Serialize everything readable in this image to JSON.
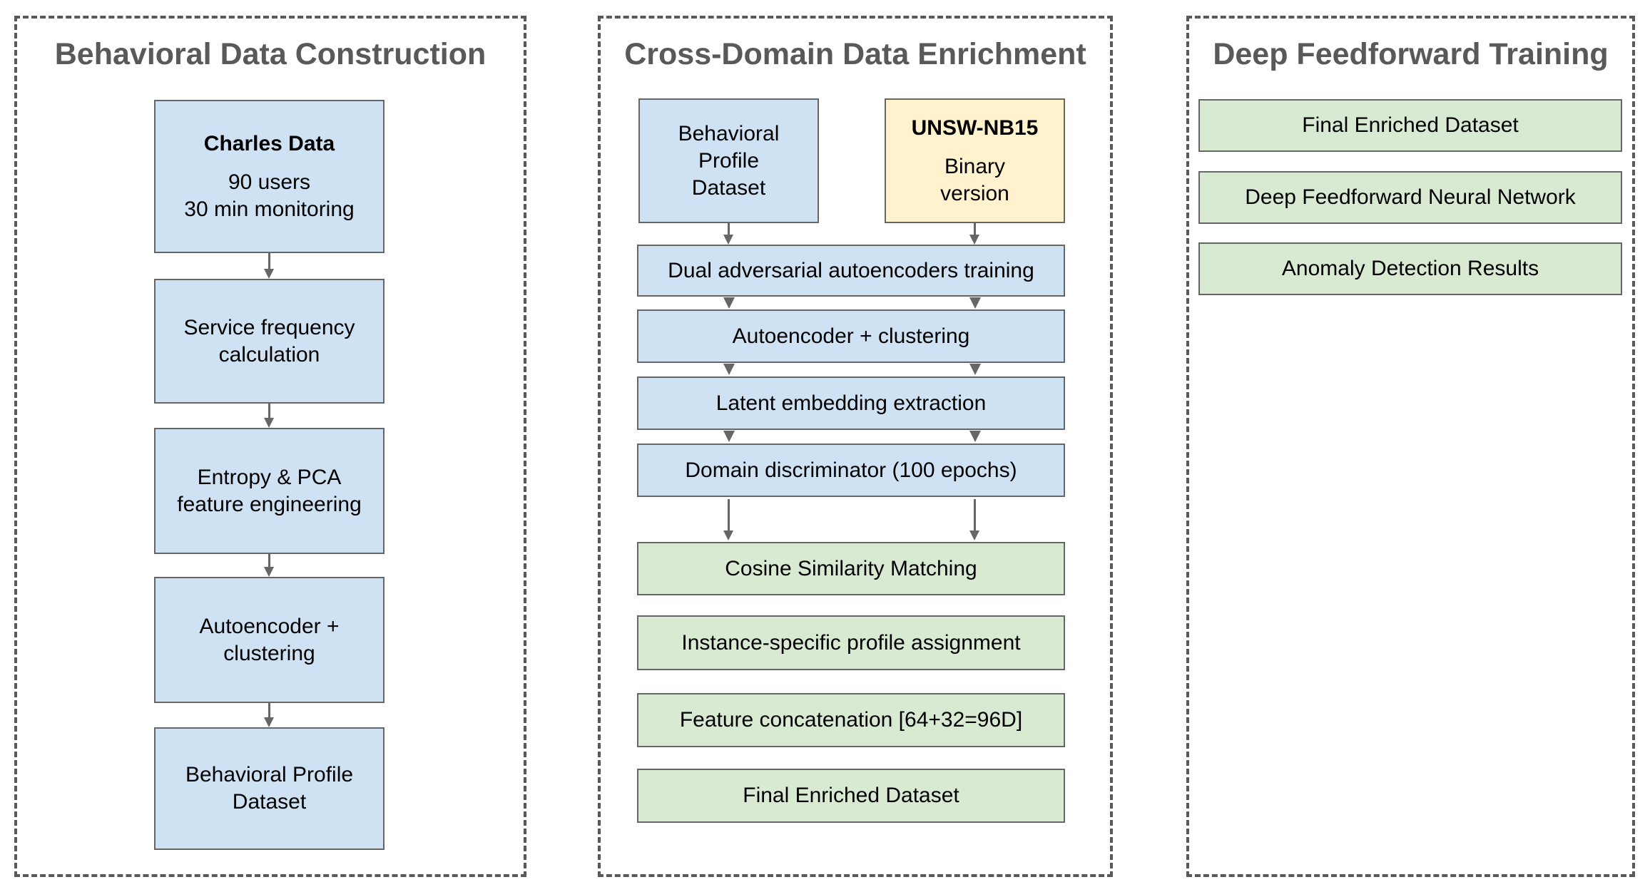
{
  "colors": {
    "blue_box_fill": "#cfe2f3",
    "yellow_box_fill": "#fff2cc",
    "green_box_fill": "#d9ead3",
    "box_border": "#666666",
    "panel_dashed_border": "#595959",
    "panel_title_text": "#595959",
    "box_text": "#000000",
    "arrow": "#666666"
  },
  "panels": [
    {
      "title": "Behavioral Data Construction",
      "boxes": [
        {
          "type": "blue",
          "title": "Charles Data",
          "lines": [
            "90 users",
            "30 min monitoring"
          ]
        },
        {
          "type": "blue",
          "lines": [
            "Service frequency",
            "calculation"
          ]
        },
        {
          "type": "blue",
          "lines": [
            "Entropy & PCA",
            "feature engineering"
          ]
        },
        {
          "type": "blue",
          "lines": [
            "Autoencoder +",
            "clustering"
          ]
        },
        {
          "type": "blue",
          "lines": [
            "Behavioral Profile",
            "Dataset"
          ]
        }
      ]
    },
    {
      "title": "Cross-Domain Data Enrichment",
      "boxes": [
        {
          "type": "blue",
          "lines": [
            "Behavioral",
            "Profile",
            "Dataset"
          ]
        },
        {
          "type": "yellow",
          "title": "UNSW-NB15",
          "lines": [
            "Binary",
            "version"
          ]
        },
        {
          "type": "blue",
          "label": "Dual adversarial autoencoders training"
        },
        {
          "type": "blue",
          "label": "Autoencoder + clustering"
        },
        {
          "type": "blue",
          "label": "Latent embedding extraction"
        },
        {
          "type": "blue",
          "label": "Domain discriminator (100 epochs)"
        },
        {
          "type": "green",
          "label": "Cosine Similarity Matching"
        },
        {
          "type": "green",
          "label": "Instance-specific profile assignment"
        },
        {
          "type": "green",
          "label": "Feature concatenation [64+32=96D]"
        },
        {
          "type": "green",
          "label": "Final Enriched Dataset"
        }
      ]
    },
    {
      "title": "Deep Feedforward Training",
      "boxes": [
        {
          "type": "green",
          "label": "Final Enriched Dataset"
        },
        {
          "type": "green",
          "label": "Deep Feedforward Neural Network"
        },
        {
          "type": "green",
          "label": "Anomaly Detection Results"
        }
      ]
    }
  ]
}
